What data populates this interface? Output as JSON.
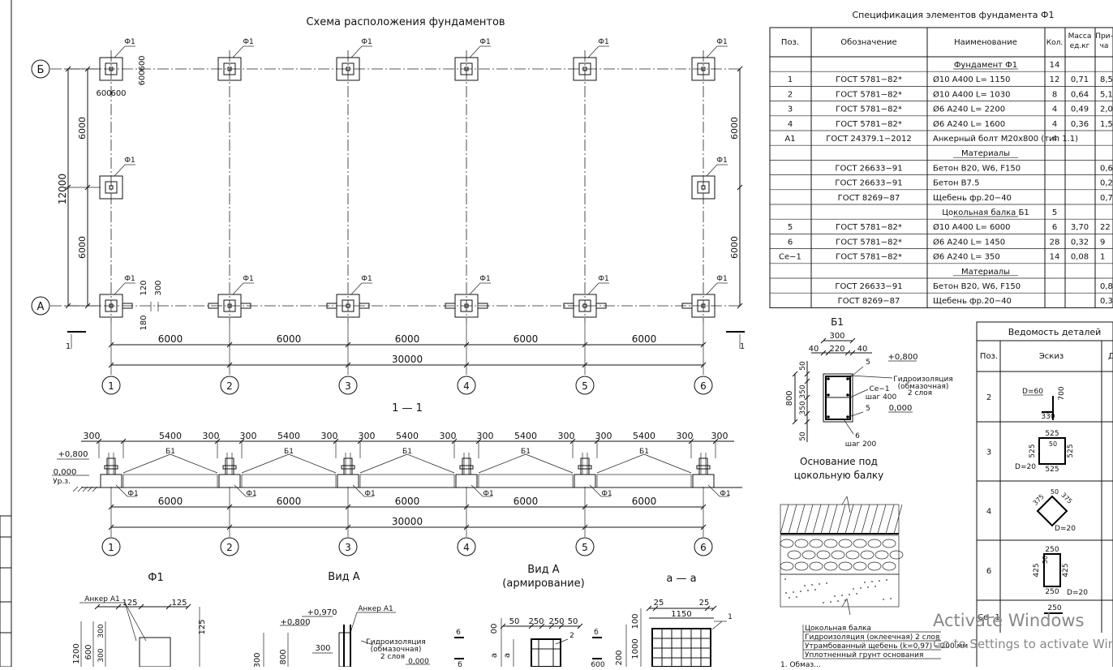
{
  "plan": {
    "title": "Схема расположения фундаментов",
    "foundation_mark": "Ф1",
    "axis_letters": [
      "Б",
      "А"
    ],
    "axis_numbers": [
      "1",
      "2",
      "3",
      "4",
      "5",
      "6"
    ],
    "spans": [
      "6000",
      "6000",
      "6000",
      "6000",
      "6000"
    ],
    "total": "30000",
    "left_dims": [
      "6000",
      "12000",
      "6000"
    ],
    "right_dims": [
      "6000",
      "6000"
    ],
    "pad_dims": [
      "600",
      "600",
      "600",
      "600"
    ],
    "small_dims": [
      "120",
      "300",
      "180"
    ],
    "cut_mark": "1"
  },
  "section": {
    "title": "1 — 1",
    "segment_dims": [
      "300",
      "5400",
      "300",
      "300",
      "5400",
      "300",
      "300",
      "5400",
      "300",
      "300",
      "5400",
      "300",
      "300",
      "5400",
      "300"
    ],
    "beam_label": "Б1",
    "level_top": "+0,800",
    "level_zero": "0,000",
    "ground_label": "Ур.з.",
    "spans": [
      "6000",
      "6000",
      "6000",
      "6000",
      "6000"
    ],
    "total": "30000"
  },
  "spec": {
    "title": "Спецификация элементов фундамента Ф1",
    "headers": [
      "Поз.",
      "Обозначение",
      "Наименование",
      "Кол.",
      "Масса ед.кг",
      "При-\nча"
    ],
    "rows": [
      {
        "pos": "",
        "doc": "",
        "name": "Фундамент Ф1",
        "qty": "14",
        "mass": "",
        "note": "",
        "section": true
      },
      {
        "pos": "1",
        "doc": "ГОСТ 5781−82*",
        "name": "Ø10 А400  L= 1150",
        "qty": "12",
        "mass": "0,71",
        "note": "8,5"
      },
      {
        "pos": "2",
        "doc": "ГОСТ 5781−82*",
        "name": "Ø10 А400  L= 1030",
        "qty": "8",
        "mass": "0,64",
        "note": "5,1"
      },
      {
        "pos": "3",
        "doc": "ГОСТ 5781−82*",
        "name": "Ø6 А240  L= 2200",
        "qty": "4",
        "mass": "0,49",
        "note": "2,0"
      },
      {
        "pos": "4",
        "doc": "ГОСТ 5781−82*",
        "name": "Ø6 А240  L= 1600",
        "qty": "4",
        "mass": "0,36",
        "note": "1,5"
      },
      {
        "pos": "А1",
        "doc": "ГОСТ 24379.1−2012",
        "name": "Анкерный болт М20х800 (тип 1.1)",
        "qty": "4",
        "mass": "",
        "note": ""
      },
      {
        "pos": "",
        "doc": "",
        "name": "Материалы",
        "qty": "",
        "mass": "",
        "note": "",
        "section": true
      },
      {
        "pos": "",
        "doc": "ГОСТ 26633−91",
        "name": "Бетон В20, W6, F150",
        "qty": "",
        "mass": "",
        "note": "0,6"
      },
      {
        "pos": "",
        "doc": "ГОСТ 26633−91",
        "name": "Бетон В7.5",
        "qty": "",
        "mass": "",
        "note": "0,2"
      },
      {
        "pos": "",
        "doc": "ГОСТ 8269−87",
        "name": "Щебень фр.20−40",
        "qty": "",
        "mass": "",
        "note": "0,7"
      },
      {
        "pos": "",
        "doc": "",
        "name": "Цокольная балка Б1",
        "qty": "5",
        "mass": "",
        "note": "",
        "section": true
      },
      {
        "pos": "5",
        "doc": "ГОСТ 5781−82*",
        "name": "Ø10 А400  L= 6000",
        "qty": "6",
        "mass": "3,70",
        "note": "22"
      },
      {
        "pos": "6",
        "doc": "ГОСТ 5781−82*",
        "name": "Ø6 А240  L= 1450",
        "qty": "28",
        "mass": "0,32",
        "note": "9"
      },
      {
        "pos": "Сe−1",
        "doc": "ГОСТ 5781−82*",
        "name": "Ø6 А240  L= 350",
        "qty": "14",
        "mass": "0,08",
        "note": "1"
      },
      {
        "pos": "",
        "doc": "",
        "name": "Материалы",
        "qty": "",
        "mass": "",
        "note": "",
        "section": true
      },
      {
        "pos": "",
        "doc": "ГОСТ 26633−91",
        "name": "Бетон В20, W6, F150",
        "qty": "",
        "mass": "",
        "note": "0,8"
      },
      {
        "pos": "",
        "doc": "ГОСТ 8269−87",
        "name": "Щебень фр.20−40",
        "qty": "",
        "mass": "",
        "note": "0,3"
      }
    ]
  },
  "beam": {
    "title": "Б1",
    "dims_top": [
      "300",
      "40",
      "220",
      "40"
    ],
    "dims_left": [
      "800",
      "50",
      "350",
      "350",
      "50"
    ],
    "level": "+0,800",
    "level_zero": "0,000",
    "waterproof": [
      "Гидроизоляция",
      "(обмазочная)",
      "2 слоя"
    ],
    "se_mark": [
      "Сe−1",
      "шаг 400"
    ],
    "bar5": "5",
    "bar6": [
      "6",
      "шаг 200"
    ]
  },
  "base": {
    "title_lines": [
      "Основание под",
      "цокольную балку"
    ],
    "layers": [
      "Цокольная балка",
      "Гидроизоляция (оклеечная) 2 слоя",
      "Утрамбованный щебень (k=0,97) −200 мм",
      "Уплотненный грунт основания"
    ],
    "note": "1. Обмаз..."
  },
  "parts": {
    "title": "Ведомость деталей",
    "headers": [
      "Поз.",
      "Эскиз",
      "Д"
    ],
    "rows": [
      {
        "pos": "2",
        "labels": [
          "D=60",
          "700",
          "330"
        ]
      },
      {
        "pos": "3",
        "labels": [
          "525",
          "525",
          "525",
          "525",
          "D=20",
          "50"
        ]
      },
      {
        "pos": "4",
        "labels": [
          "375",
          "375",
          "50",
          "D=20"
        ]
      },
      {
        "pos": "6",
        "labels": [
          "250",
          "425",
          "425",
          "250",
          "D=20",
          "50"
        ]
      },
      {
        "pos": "Сe−1",
        "labels": [
          "250"
        ]
      }
    ]
  },
  "bottom": {
    "f1_title": "Ф1",
    "f1_anchor": "Анкер А1",
    "f1_dims": [
      "125",
      "125",
      "1200",
      "600",
      "300",
      "300",
      "125"
    ],
    "vid_a_title": "Вид А",
    "vid_a_labels": [
      "+0,970",
      "+0,800",
      "Анкер А1",
      "Гидроизоляция",
      "(обмазочная)",
      "2 слоя",
      "0,000",
      "300",
      "800",
      "300"
    ],
    "vid_a_arm_title": "Вид А",
    "vid_a_arm_subtitle": "(армирование)",
    "vid_a_arm_dims": [
      "50",
      "250",
      "250",
      "50",
      "2",
      "6",
      "б",
      "б",
      "600",
      "а",
      "а",
      "00"
    ],
    "aa_title": "а — а",
    "aa_dims": [
      "25",
      "1150",
      "25",
      "100",
      "1000",
      "200",
      "1"
    ]
  },
  "watermark": {
    "line1": "Activate Windows",
    "line2": "Go to Settings to activate Windows."
  }
}
